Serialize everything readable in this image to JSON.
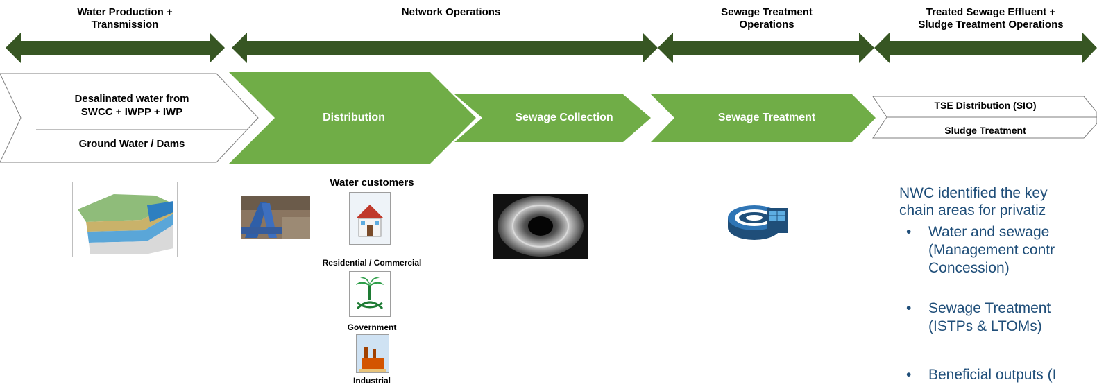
{
  "headers": {
    "water_production": "Water Production +\nTransmission",
    "network_operations": "Network Operations",
    "sewage_treatment_ops": "Sewage Treatment\nOperations",
    "tse_sludge_ops": "Treated Sewage Effluent +\nSludge Treatment  Operations"
  },
  "source_box": {
    "top": "Desalinated water from\nSWCC + IWPP + IWP",
    "bottom": "Ground Water / Dams"
  },
  "chevrons": {
    "distribution": "Distribution",
    "sewage_collection": "Sewage Collection",
    "sewage_treatment": "Sewage Treatment"
  },
  "tse_box": {
    "top": "TSE Distribution (SIO)",
    "bottom": "Sludge Treatment"
  },
  "customers": {
    "title": "Water customers",
    "residential": "Residential / Commercial",
    "government": "Government",
    "industrial": "Industrial"
  },
  "note": {
    "line1": "NWC identified the key",
    "line2": "chain areas for privatiz",
    "bullets": [
      {
        "lines": [
          "Water and sewage",
          "(Management contr",
          "Concession)"
        ]
      },
      {
        "lines": [
          "Sewage Treatment",
          "(ISTPs & LTOMs)"
        ]
      },
      {
        "lines": [
          "Beneficial outputs (I"
        ]
      }
    ]
  },
  "colors": {
    "arrow_dark_green": "#375623",
    "chevron_green": "#70ad47",
    "note_blue": "#1f4e79"
  },
  "icons": {
    "groundwater": "groundwater-cross-section-image",
    "pipe": "pipe-repair-image",
    "house": "house-icon",
    "emblem": "saudi-emblem-icon",
    "factory": "factory-icon",
    "tunnel": "sewer-tunnel-image",
    "treatment": "treatment-plant-icon"
  }
}
